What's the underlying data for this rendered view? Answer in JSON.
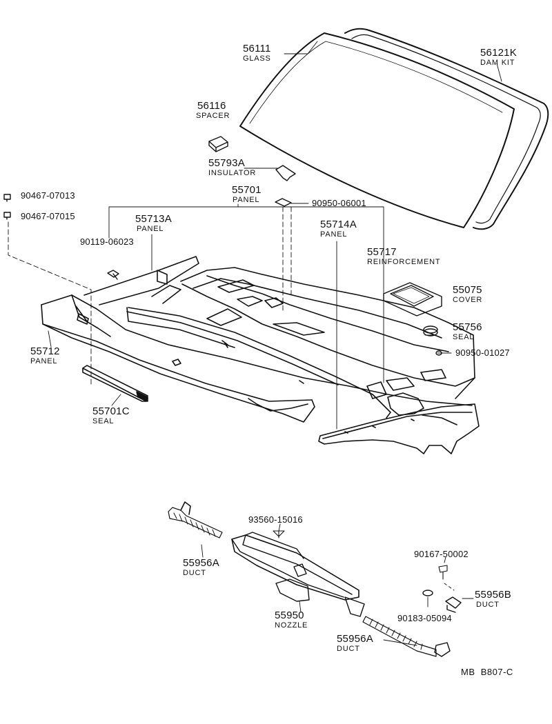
{
  "parts": [
    {
      "id": "p1",
      "number": "56111",
      "name": "GLASS"
    },
    {
      "id": "p2",
      "number": "56121K",
      "name": "DAM KIT"
    },
    {
      "id": "p3",
      "number": "56116",
      "name": "SPACER"
    },
    {
      "id": "p4",
      "number": "55793A",
      "name": "INSULATOR"
    },
    {
      "id": "p5",
      "number": "90467-07013",
      "name": ""
    },
    {
      "id": "p6",
      "number": "90467-07015",
      "name": ""
    },
    {
      "id": "p7",
      "number": "55701",
      "name": "PANEL"
    },
    {
      "id": "p8",
      "number": "90950-06001",
      "name": ""
    },
    {
      "id": "p9",
      "number": "55713A",
      "name": "PANEL"
    },
    {
      "id": "p10",
      "number": "55714A",
      "name": "PANEL"
    },
    {
      "id": "p11",
      "number": "90119-06023",
      "name": ""
    },
    {
      "id": "p12",
      "number": "55717",
      "name": "REINFORCEMENT"
    },
    {
      "id": "p13",
      "number": "55075",
      "name": "COVER"
    },
    {
      "id": "p14",
      "number": "55756",
      "name": "SEAL"
    },
    {
      "id": "p15",
      "number": "90950-01027",
      "name": ""
    },
    {
      "id": "p16",
      "number": "55712",
      "name": "PANEL"
    },
    {
      "id": "p17",
      "number": "55701C",
      "name": "SEAL"
    },
    {
      "id": "p18",
      "number": "93560-15016",
      "name": ""
    },
    {
      "id": "p19",
      "number": "55956A",
      "name": "DUCT"
    },
    {
      "id": "p20",
      "number": "90167-50002",
      "name": ""
    },
    {
      "id": "p21",
      "number": "55956B",
      "name": "DUCT"
    },
    {
      "id": "p22",
      "number": "55950",
      "name": "NOZZLE"
    },
    {
      "id": "p23",
      "number": "90183-05094",
      "name": ""
    },
    {
      "id": "p24",
      "number": "55956A",
      "name": "DUCT"
    }
  ],
  "reference": "MB  B807-C"
}
